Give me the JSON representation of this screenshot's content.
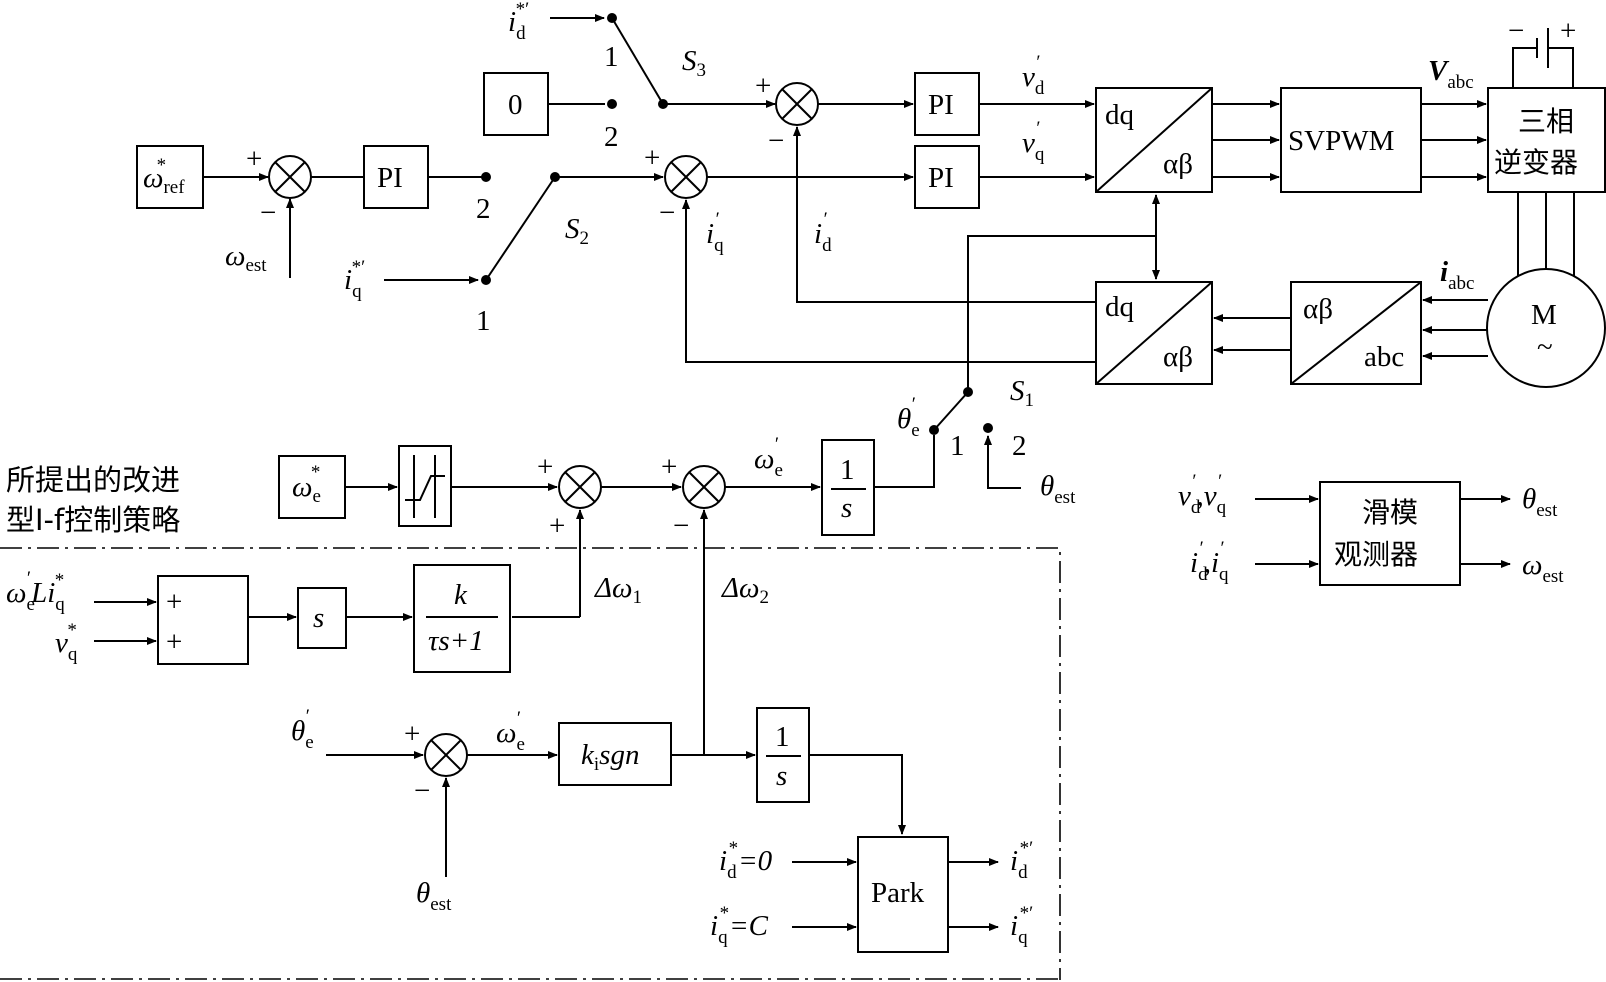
{
  "caption": {
    "line1": "所提出的改进",
    "line2": "型I-f控制策略"
  },
  "blocks": {
    "pi": "PI",
    "zero": "0",
    "dq": "dq",
    "alphabeta": "αβ",
    "abc": "abc",
    "svpwm": "SVPWM",
    "inverter_line1": "三相",
    "inverter_line2": "逆变器",
    "motor_M": "M",
    "motor_tilde": "~",
    "smo_line1": "滑模",
    "smo_line2": "观测器",
    "one": "1",
    "s": "s",
    "k": "k",
    "tau_s_plus_1": "τs+1",
    "ki_sgn": "sgn",
    "ki_k": "k",
    "ki_i": "i",
    "park": "Park",
    "plus": "+"
  },
  "switches": {
    "s1": "S",
    "s2": "S",
    "s3": "S",
    "n1": "1",
    "n2": "2",
    "n3": "3",
    "pos1": "1",
    "pos2": "2"
  },
  "signs": {
    "plus": "+",
    "minus": "−"
  },
  "symbols": {
    "omega": "ω",
    "theta": "θ",
    "i": "i",
    "v": "v",
    "L": "L",
    "V": "V",
    "delta_omega": "Δω",
    "eq0": "=0",
    "eqC": "=",
    "C": "C",
    "comma": ",",
    "star": "*",
    "prime": "′",
    "star_prime": "*′",
    "sub_ref": "ref",
    "sub_est": "est",
    "sub_e": "e",
    "sub_d": "d",
    "sub_q": "q",
    "sub_abc": "abc",
    "sub_1": "1",
    "sub_2": "2"
  }
}
